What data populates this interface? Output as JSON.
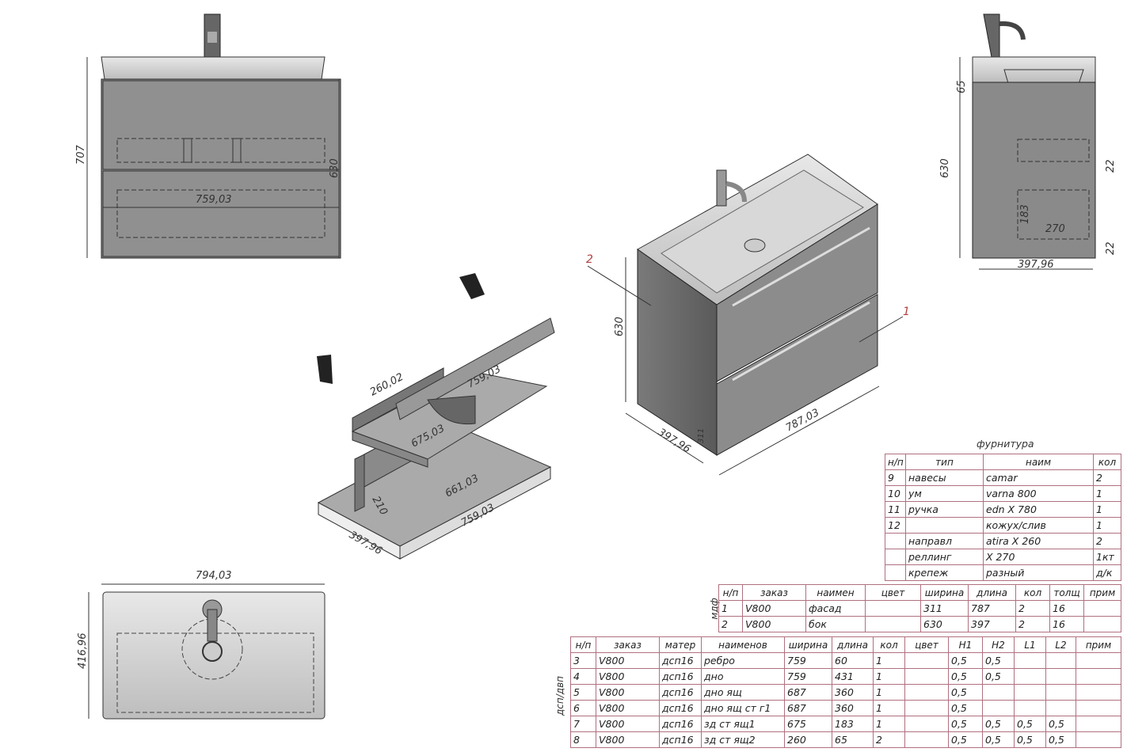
{
  "dimensions": {
    "front_height_total": "707",
    "front_height_cabinet": "630",
    "front_inner_width": "759,03",
    "top_width": "794,03",
    "top_depth": "416,96",
    "side_basin_height": "65",
    "side_height": "630",
    "side_drawer_height": "183",
    "side_drawer_depth": "270",
    "side_gap_top": "22",
    "side_gap_bottom": "22",
    "side_depth": "397,96",
    "iso_height": "630",
    "iso_depth": "397,96",
    "iso_width": "787,03",
    "iso_drawer_gap": "311",
    "exp_drawer_back": "260,02",
    "exp_drawer_width": "759,03",
    "exp_drawer_inner": "675,03",
    "exp_bottom_inner": "661,03",
    "exp_side_h": "210",
    "exp_bottom_width": "759,03",
    "exp_bottom_depth": "397,96"
  },
  "callouts": {
    "facade": "1",
    "side": "2"
  },
  "hardware_table": {
    "title": "фурнитура",
    "headers": [
      "н/п",
      "тип",
      "наим",
      "кол"
    ],
    "rows": [
      [
        "9",
        "навесы",
        "camar",
        "2"
      ],
      [
        "10",
        "ум",
        "varna 800",
        "1"
      ],
      [
        "11",
        "ручка",
        "edn X 780",
        "1"
      ],
      [
        "12",
        "",
        "кожух/слив",
        "1"
      ],
      [
        "",
        "направл",
        "atira X 260",
        "2"
      ],
      [
        "",
        "реллинг",
        "X 270",
        "1кт"
      ],
      [
        "",
        "крепеж",
        "разный",
        "д/к"
      ]
    ]
  },
  "mdf_table": {
    "side_label": "мдф",
    "headers": [
      "н/п",
      "заказ",
      "наимен",
      "цвет",
      "ширина",
      "длина",
      "кол",
      "толщ",
      "прим"
    ],
    "rows": [
      [
        "1",
        "V800",
        "фасад",
        "",
        "311",
        "787",
        "2",
        "16",
        ""
      ],
      [
        "2",
        "V800",
        "бок",
        "",
        "630",
        "397",
        "2",
        "16",
        ""
      ]
    ]
  },
  "dsp_table": {
    "side_label": "дсп/двп",
    "headers": [
      "н/п",
      "заказ",
      "матер",
      "наименов",
      "ширина",
      "длина",
      "кол",
      "цвет",
      "H1",
      "H2",
      "L1",
      "L2",
      "прим"
    ],
    "rows": [
      [
        "3",
        "V800",
        "дсп16",
        "ребро",
        "759",
        "60",
        "1",
        "",
        "0,5",
        "0,5",
        "",
        "",
        ""
      ],
      [
        "4",
        "V800",
        "дсп16",
        "дно",
        "759",
        "431",
        "1",
        "",
        "0,5",
        "0,5",
        "",
        "",
        ""
      ],
      [
        "5",
        "V800",
        "дсп16",
        "дно ящ",
        "687",
        "360",
        "1",
        "",
        "0,5",
        "",
        "",
        "",
        ""
      ],
      [
        "6",
        "V800",
        "дсп16",
        "дно ящ ст г1",
        "687",
        "360",
        "1",
        "",
        "0,5",
        "",
        "",
        "",
        ""
      ],
      [
        "7",
        "V800",
        "дсп16",
        "зд ст ящ1",
        "675",
        "183",
        "1",
        "",
        "0,5",
        "0,5",
        "0,5",
        "0,5",
        ""
      ],
      [
        "8",
        "V800",
        "дсп16",
        "зд ст ящ2",
        "260",
        "65",
        "2",
        "",
        "0,5",
        "0,5",
        "0,5",
        "0,5",
        ""
      ]
    ]
  }
}
